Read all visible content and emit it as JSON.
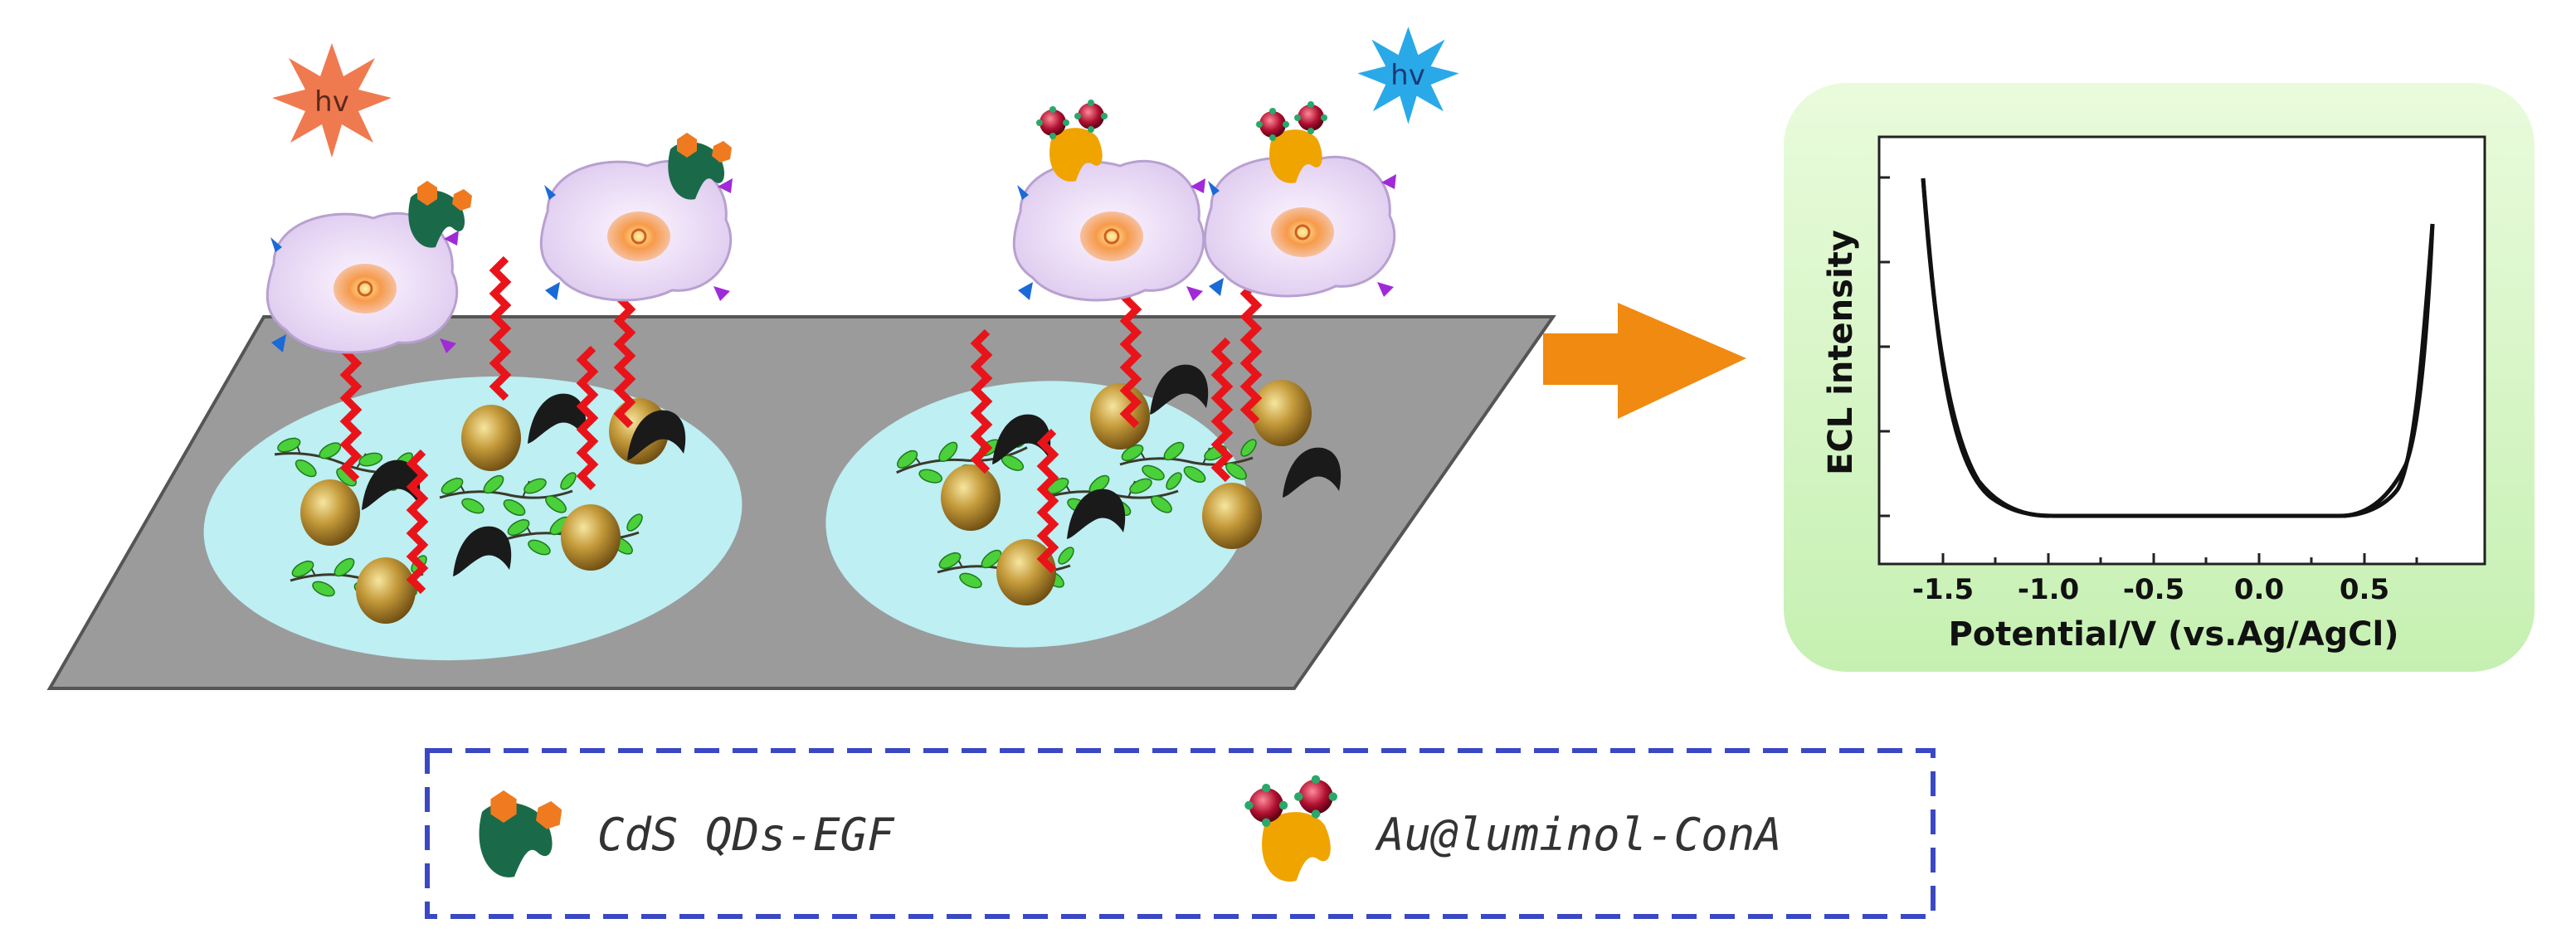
{
  "emission": {
    "left": "hv",
    "right": "hv"
  },
  "graph": {
    "ylabel": "ECL intensity",
    "xlabel": "Potential/V (vs.Ag/AgCl)",
    "x_ticks": [
      "-1.5",
      "-1.0",
      "-0.5",
      "0.0",
      "0.5"
    ]
  },
  "legend": {
    "item1": "CdS QDs-EGF",
    "item2": "Au@luminol-ConA"
  },
  "colors": {
    "substrate": "#9b9b9b",
    "ellipse": "#bdeff3",
    "arrow": "#f08a10",
    "graph_panel": "#d4f5c3",
    "legend_border": "#3b48c4",
    "hv_left": "#f07a50",
    "hv_right": "#29a9e8"
  }
}
